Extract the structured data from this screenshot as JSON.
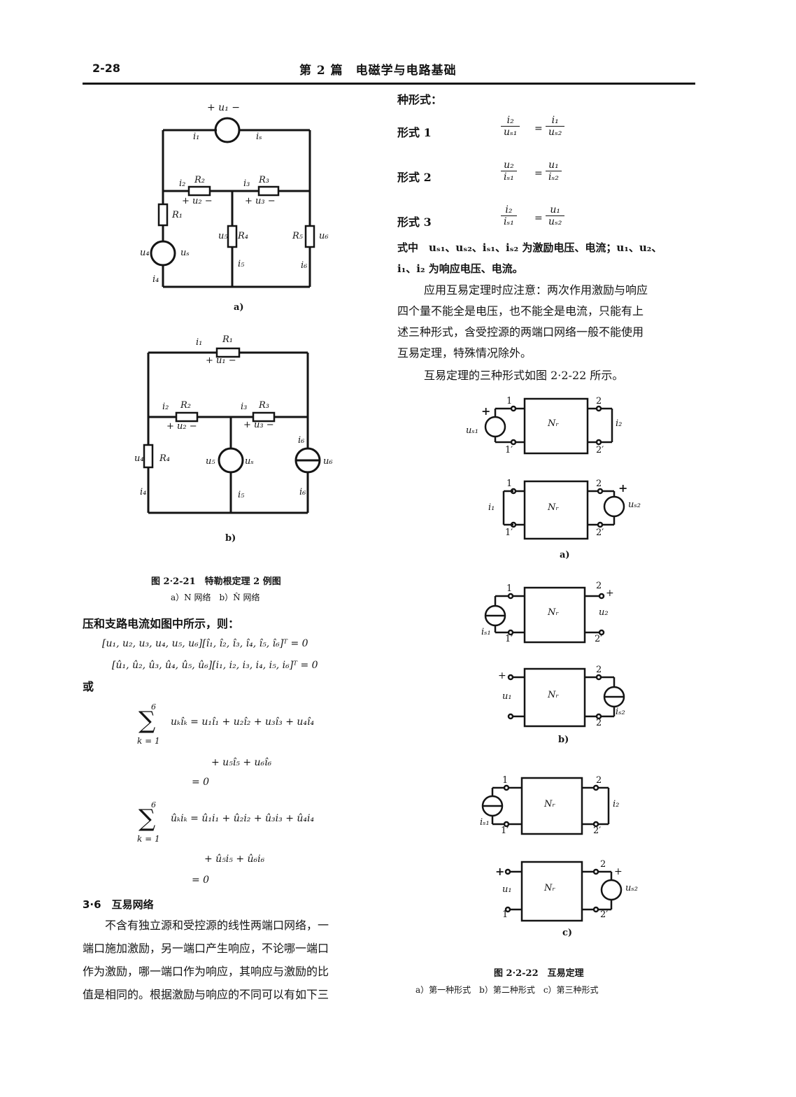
{
  "header": {
    "page_number": "2-28",
    "section_title": "第 2 篇　电磁学与电路基础"
  },
  "left": {
    "fig21": {
      "a": {
        "label": "a)",
        "labels": [
          "+ u₁ −",
          "i₁",
          "iₛ",
          "i₂",
          "R₂",
          "i₃",
          "R₃",
          "+ u₂ −",
          "+ u₃ −",
          "R₁",
          "R₄",
          "R₅",
          "u₆",
          "u₄",
          "uₛ",
          "u₅",
          "i₄",
          "i₅",
          "i₆"
        ]
      },
      "b": {
        "label": "b)"
      },
      "caption": "图 2·2-21　特勒根定理 2 例图",
      "subcaption": "a）N 网络　b）N̂ 网络"
    },
    "intro": "压和支路电流如图中所示，则：",
    "eq1": "[u₁, u₂, u₃, u₄, u₅, u₆][î₁, î₂, î₃, î₄, î₅, î₆]ᵀ = 0",
    "eq2": "[û₁, û₂, û₃, û₄, û₅, û₆][i₁, i₂, i₃, i₄, i₅, i₆]ᵀ = 0",
    "or": "或",
    "sum1": {
      "upper": "6",
      "lower": "k = 1",
      "line1": "uₖîₖ = u₁î₁ + u₂î₂ + u₃î₃ + u₄î₄",
      "line2": "+ u₅î₅ + u₆î₆",
      "line3": "= 0"
    },
    "sum2": {
      "upper": "6",
      "lower": "k = 1",
      "line1": "ûₖiₖ = û₁i₁ + û₂i₂ + û₃i₃ + û₄i₄",
      "line2": "+ û₅i₅ + û₆i₆",
      "line3": "= 0"
    },
    "section_heading": "3·6　互易网络",
    "para": [
      "不含有独立源和受控源的线性两端口网络，一",
      "端口施加激励，另一端口产生响应，不论哪一端口",
      "作为激励，哪一端口作为响应，其响应与激励的比",
      "值是相同的。根据激励与响应的不同可以有如下三"
    ]
  },
  "right": {
    "lead": "种形式：",
    "forms": [
      {
        "label": "形式 1",
        "lhs_num": "i₂",
        "lhs_den": "uₛ₁",
        "rhs_num": "i₁",
        "rhs_den": "uₛ₂"
      },
      {
        "label": "形式 2",
        "lhs_num": "u₂",
        "lhs_den": "iₛ₁",
        "rhs_num": "u₁",
        "rhs_den": "iₛ₂"
      },
      {
        "label": "形式 3",
        "lhs_num": "i₂",
        "lhs_den": "iₛ₁",
        "rhs_num": "u₁",
        "rhs_den": "uₛ₂"
      }
    ],
    "where": [
      "式中　uₛ₁、uₛ₂、iₛ₁、iₛ₂ 为激励电压、电流；u₁、u₂、",
      "i₁、i₂ 为响应电压、电流。"
    ],
    "note": [
      "应用互易定理时应注意：两次作用激励与响应",
      "四个量不能全是电压，也不能全是电流，只能有上",
      "述三种形式，含受控源的两端口网络一般不能使用",
      "互易定理，特殊情况除外。"
    ],
    "fig_ref": "互易定理的三种形式如图 2·2-22 所示。",
    "fig22": {
      "nr": "Nᵣ",
      "a_label": "a)",
      "b_label": "b)",
      "c_label": "c)",
      "caption": "图 2·2-22　互易定理",
      "subcaption": "a）第一种形式　b）第二种形式　c）第三种形式"
    }
  }
}
